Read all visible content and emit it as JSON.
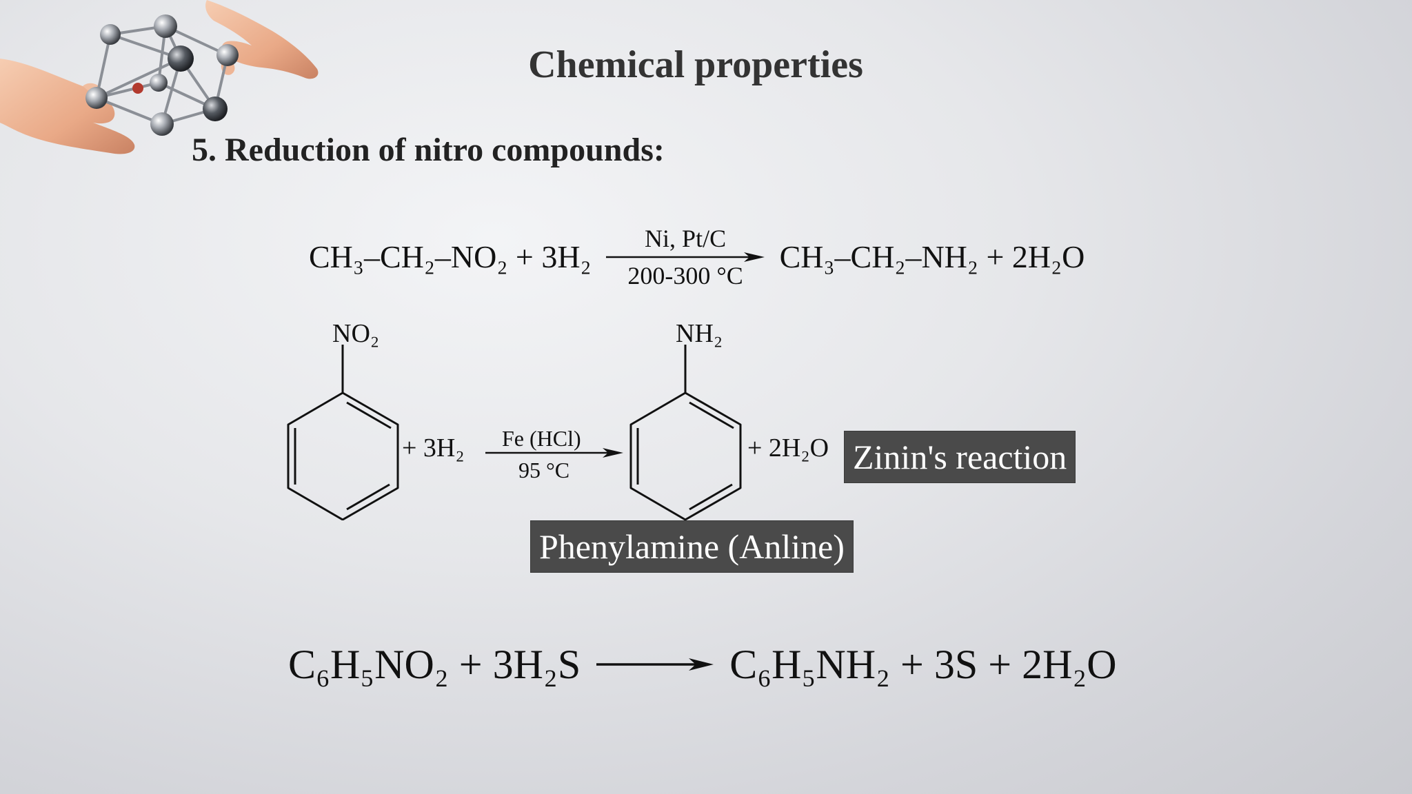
{
  "slide": {
    "title": "Chemical properties",
    "subtitle": "5. Reduction of nitro compounds:"
  },
  "equation_1": {
    "reactant": "CH₃–CH₂–NO₂",
    "plus1": "+",
    "reagent": "3H₂",
    "catalyst": "Ni, Pt/C",
    "condition": "200-300 °C",
    "product": "CH₃–CH₂–NH₂",
    "plus2": "+",
    "byproduct": "2H₂O"
  },
  "equation_2": {
    "reactant_substituent": "NO₂",
    "reagent": "+ 3H₂",
    "catalyst": "Fe (HCl)",
    "condition": "95 °C",
    "product_substituent": "NH₂",
    "byproduct": "+ 2H₂O",
    "reaction_name": "Zinin's reaction",
    "product_name": "Phenylamine (Anline)"
  },
  "equation_3": {
    "reactant": "C₆H₅NO₂",
    "plus1": "+",
    "reagent": "3H₂S",
    "product": "C₆H₅NH₂",
    "plus2": "+",
    "product2": "3S",
    "plus3": "+",
    "byproduct": "2H₂O"
  },
  "icons": {
    "corner_image": "hands-holding-molecule-model-icon",
    "arrow": "right-arrow-icon"
  },
  "colors": {
    "label_background": "#4a4a4a",
    "label_text": "#ffffff",
    "title_text": "#333333"
  }
}
